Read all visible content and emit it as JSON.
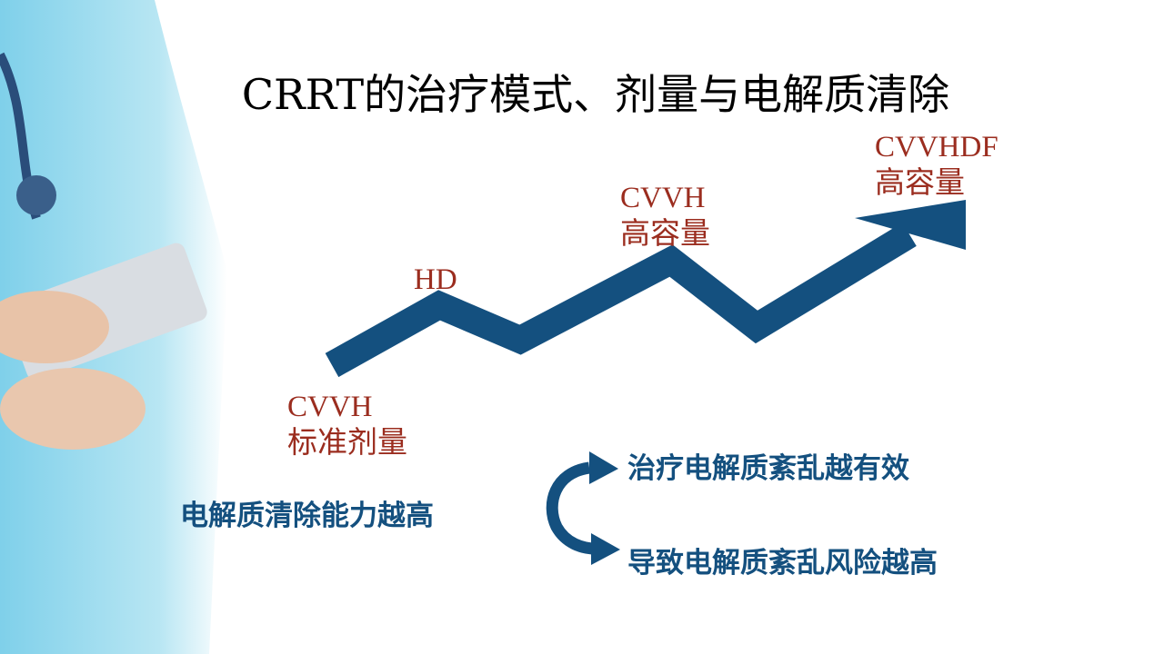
{
  "title": "CRRT的治疗模式、剂量与电解质清除",
  "steps": [
    {
      "mode": "CVVH",
      "dose": "标准剂量"
    },
    {
      "mode": "HD",
      "dose": ""
    },
    {
      "mode": "CVVH",
      "dose": "高容量"
    },
    {
      "mode": "CVVHDF",
      "dose": "高容量"
    }
  ],
  "center_text": "电解质清除能力越高",
  "outcomes": [
    "治疗电解质紊乱越有效",
    "导致电解质紊乱风险越高"
  ],
  "colors": {
    "arrow": "#14507f",
    "label": "#9b2d1f"
  }
}
